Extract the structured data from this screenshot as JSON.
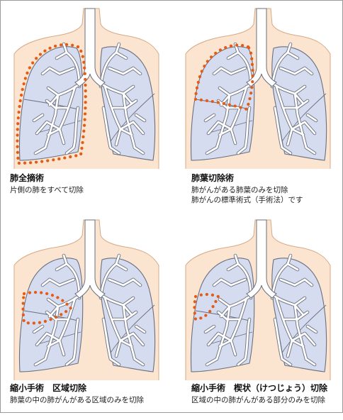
{
  "panels": [
    {
      "id": "pneumonectomy",
      "title": "肺全摘術",
      "lines": [
        "片側の肺をすべて切除"
      ],
      "highlight": "whole-right-lung"
    },
    {
      "id": "lobectomy",
      "title": "肺葉切除術",
      "lines": [
        "肺がんがある肺葉のみを切除",
        "肺がんの標準術式（手術法）です"
      ],
      "highlight": "upper-lobe"
    },
    {
      "id": "segmentectomy",
      "title": "縮小手術　区域切除",
      "lines": [
        "肺葉の中の肺がんがある区域のみを切除"
      ],
      "highlight": "segment"
    },
    {
      "id": "wedge-resection",
      "title": "縮小手術　楔状（けつじょう）切除",
      "lines": [
        "区域の中の肺がんがある部分のみを切除"
      ],
      "highlight": "wedge"
    }
  ],
  "colors": {
    "body_fill": "#fbe5d0",
    "body_stroke": "#d7a985",
    "lung_fill": "#d6dcef",
    "lung_stroke": "#6a6f7e",
    "airway": "#ffffff",
    "highlight": "#e35b16"
  }
}
